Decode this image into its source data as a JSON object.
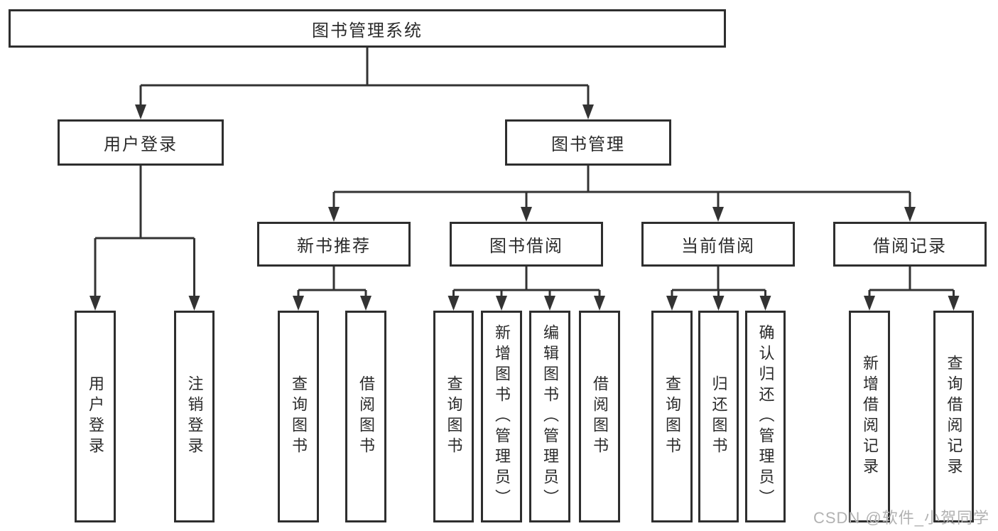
{
  "colors": {
    "box_border": "#2e2e2e",
    "connector_line": "#333333",
    "text": "#2b2b2b",
    "watermark": "#b2b2b2",
    "background": "#ffffff"
  },
  "diagram": {
    "root": {
      "label": "图书管理系统"
    },
    "branches": {
      "user": {
        "label": "用户登录",
        "children": [
          "用户登录",
          "注销登录"
        ]
      },
      "book": {
        "label": "图书管理",
        "sections": [
          {
            "label": "新书推荐",
            "children": [
              "查询图书",
              "借阅图书"
            ]
          },
          {
            "label": "图书借阅",
            "children": [
              "查询图书",
              "新增图书（管理员）",
              "编辑图书（管理员）",
              "借阅图书"
            ]
          },
          {
            "label": "当前借阅",
            "children": [
              "查询图书",
              "归还图书",
              "确认归还（管理员）"
            ]
          },
          {
            "label": "借阅记录",
            "children": [
              "新增借阅记录",
              "查询借阅记录"
            ]
          }
        ]
      }
    }
  },
  "watermark": {
    "text": "CSDN @软件_小贺同学"
  }
}
